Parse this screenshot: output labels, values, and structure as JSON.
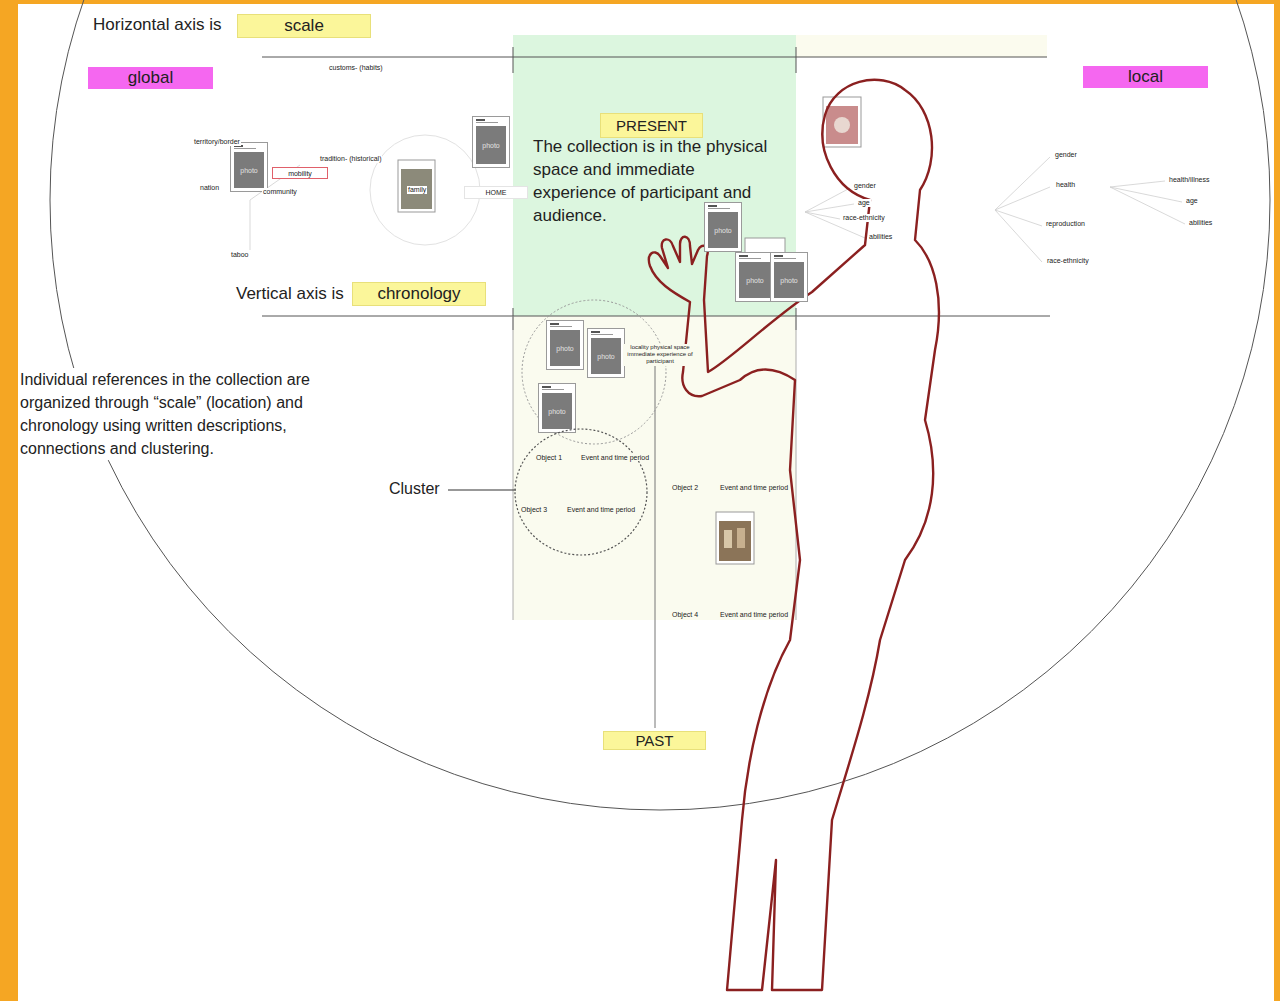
{
  "diagram": {
    "nodes": [
      {
        "text": [
          "scale"
        ]
      },
      {
        "text": [
          "global"
        ]
      },
      {
        "text": [
          "local"
        ]
      },
      {
        "text": [
          "The collection is in the physical space and immediate experience of participant and audience."
        ]
      },
      {
        "text": [
          "PRESENT"
        ],
        "in": 3
      },
      {
        "text": [
          "photo"
        ]
      },
      {
        "text": [
          "photo"
        ]
      },
      {
        "text": [
          "mobility"
        ]
      },
      {
        "text": [
          "HOME"
        ]
      },
      {
        "text": [
          "photo"
        ]
      },
      {
        "text": [
          "photo"
        ]
      },
      {
        "text": [
          "photo"
        ]
      },
      {
        "text": [
          "chronology"
        ]
      },
      {
        "text": [
          "photo"
        ]
      },
      {
        "text": [
          "photo"
        ]
      },
      {
        "text": [
          "photo"
        ]
      },
      {
        "text": [
          "Object 1",
          "Event and time period",
          "Object 3",
          "Event and time period"
        ]
      },
      {
        "text": [
          "PAST"
        ]
      }
    ],
    "labels": [
      "Horizontal axis is",
      "customs- (habits)",
      "territory/border",
      "tradition- (historical)",
      "nation",
      "community",
      "family",
      "taboo",
      "gender",
      "gender",
      "health/illness",
      "health",
      "age",
      "age",
      "race-ethnicity",
      "reproduction",
      "abilities",
      "abilities",
      "race-ethnicity",
      "Vertical axis is",
      "locality physical space immediate experience of participant",
      "Individual references in the collection are organized through “scale” (location) and chronology using written descriptions, connections and clustering.",
      "Cluster",
      "Object 2",
      "Event and time period",
      "Object 4",
      "Event and time period"
    ]
  }
}
